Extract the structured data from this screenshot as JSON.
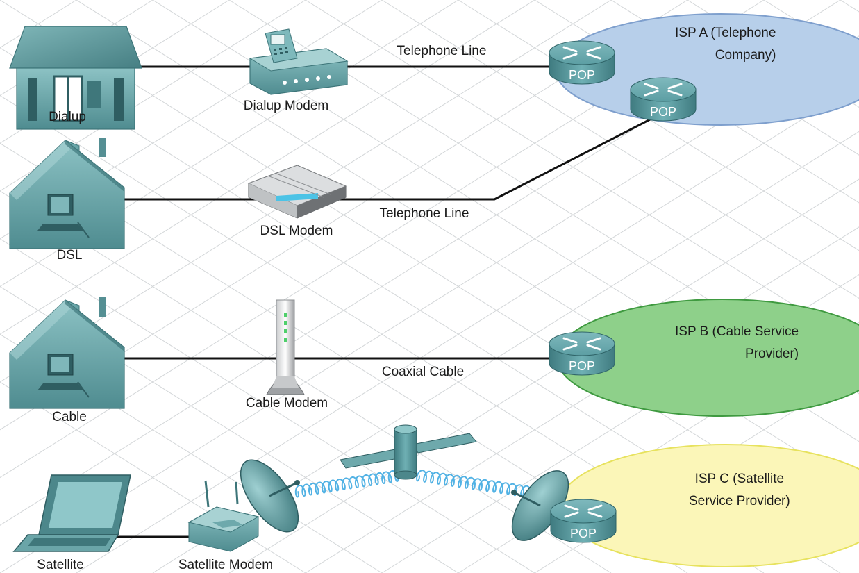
{
  "connections": [
    {
      "customer": "Dialup",
      "modem": "Dialup Modem",
      "link": "Telephone Line",
      "provider": "ISP A (Telephone Company)"
    },
    {
      "customer": "DSL",
      "modem": "DSL Modem",
      "link": "Telephone Line",
      "provider": "ISP A (Telephone Company)"
    },
    {
      "customer": "Cable",
      "modem": "Cable Modem",
      "link": "Coaxial Cable",
      "provider": "ISP B (Cable Service Provider)"
    },
    {
      "customer": "Satellite",
      "modem": "Satellite Modem",
      "link": "",
      "provider": "ISP C (Satellite Service Provider)"
    }
  ],
  "isps": {
    "a": {
      "line1": "ISP A (Telephone",
      "line2": "Company)",
      "color": "#b7cfea"
    },
    "b": {
      "line1": "ISP B (Cable Service",
      "line2": "Provider)",
      "color": "#8ed08a"
    },
    "c": {
      "line1": "ISP C (Satellite",
      "line2": "Service Provider)",
      "color": "#fbf6b8"
    }
  },
  "router_label": "POP",
  "icons": {
    "router": "router-icon",
    "house": "house-icon",
    "dialup_modem": "telephone-modem-icon",
    "dsl_modem": "dsl-modem-icon",
    "cable_modem": "cable-modem-icon",
    "laptop": "laptop-icon",
    "satellite_modem": "satellite-modem-icon",
    "dish": "satellite-dish-icon",
    "satellite": "satellite-icon"
  },
  "colors": {
    "device": "#5f9ca0",
    "line": "#111111",
    "signal": "#52b2e4"
  }
}
